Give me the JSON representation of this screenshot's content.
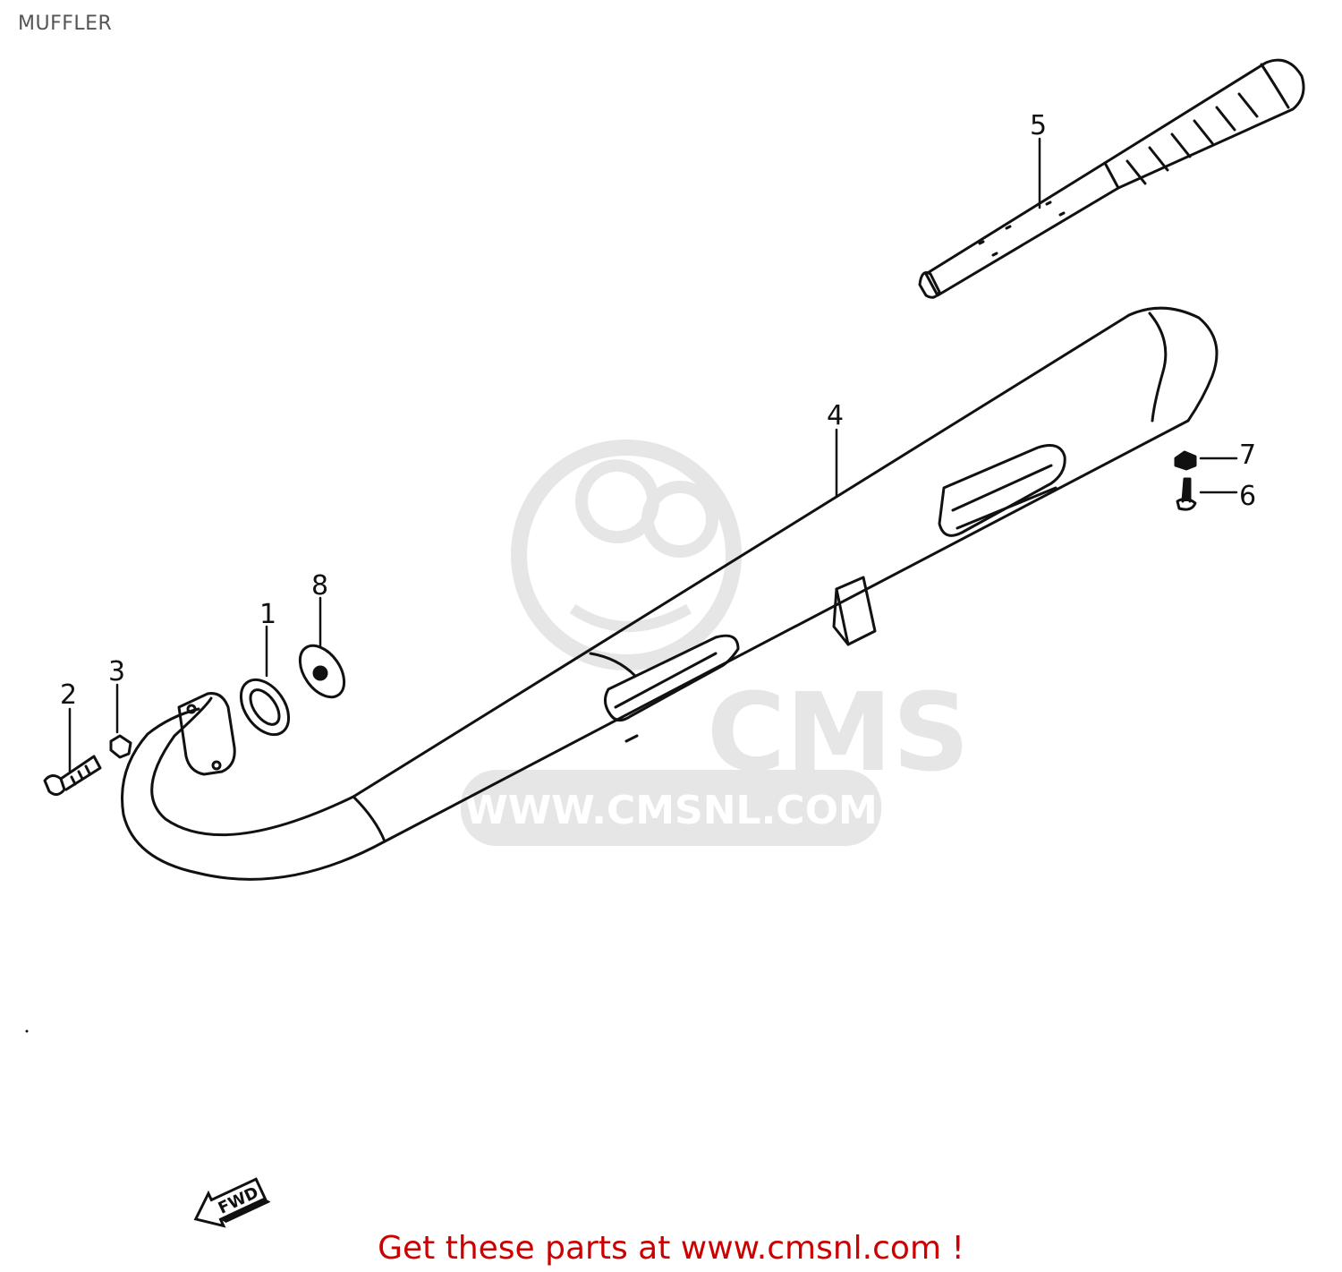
{
  "page": {
    "title": "MUFFLER"
  },
  "callouts": [
    {
      "id": "1",
      "label": "1",
      "part": "gasket"
    },
    {
      "id": "2",
      "label": "2",
      "part": "bolt"
    },
    {
      "id": "3",
      "label": "3",
      "part": "nut"
    },
    {
      "id": "4",
      "label": "4",
      "part": "muffler"
    },
    {
      "id": "5",
      "label": "5",
      "part": "silencer insert"
    },
    {
      "id": "6",
      "label": "6",
      "part": "screw"
    },
    {
      "id": "7",
      "label": "7",
      "part": "nut"
    },
    {
      "id": "8",
      "label": "8",
      "part": "washer"
    }
  ],
  "watermark": {
    "brand": "CMS",
    "url": "WWW.CMSNL.COM"
  },
  "direction_marker": {
    "label": "FWD"
  },
  "footer": {
    "cta": "Get these parts at www.cmsnl.com !"
  },
  "colors": {
    "line": "#111111",
    "watermark": "#e6e6e6",
    "cta": "#cc0000",
    "title": "#555555"
  }
}
